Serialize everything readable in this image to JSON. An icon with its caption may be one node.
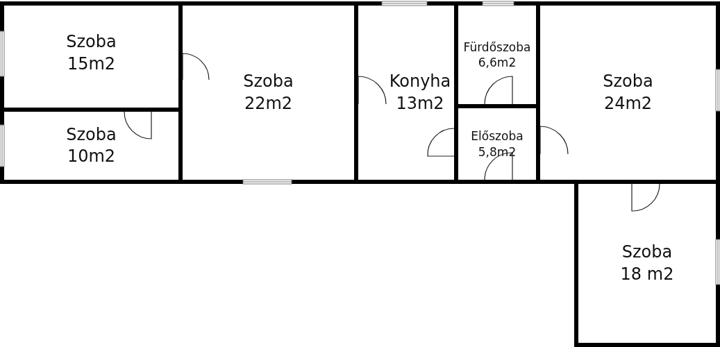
{
  "diagram": {
    "nodes": [
      {
        "text": [
          "Szoba 15m2"
        ]
      },
      {
        "text": [
          "Szoba 22m2"
        ]
      },
      {
        "text": [
          "Konyha 13m2"
        ]
      },
      {
        "text": [
          "Fürdőszoba 6,6m2"
        ]
      },
      {
        "text": [
          "Szoba 24m2"
        ]
      },
      {
        "text": [
          "Szoba 10m2"
        ]
      },
      {
        "text": [
          "Előszoba 5,8m2"
        ]
      },
      {
        "text": [
          "Szoba 18 m2"
        ]
      }
    ]
  }
}
